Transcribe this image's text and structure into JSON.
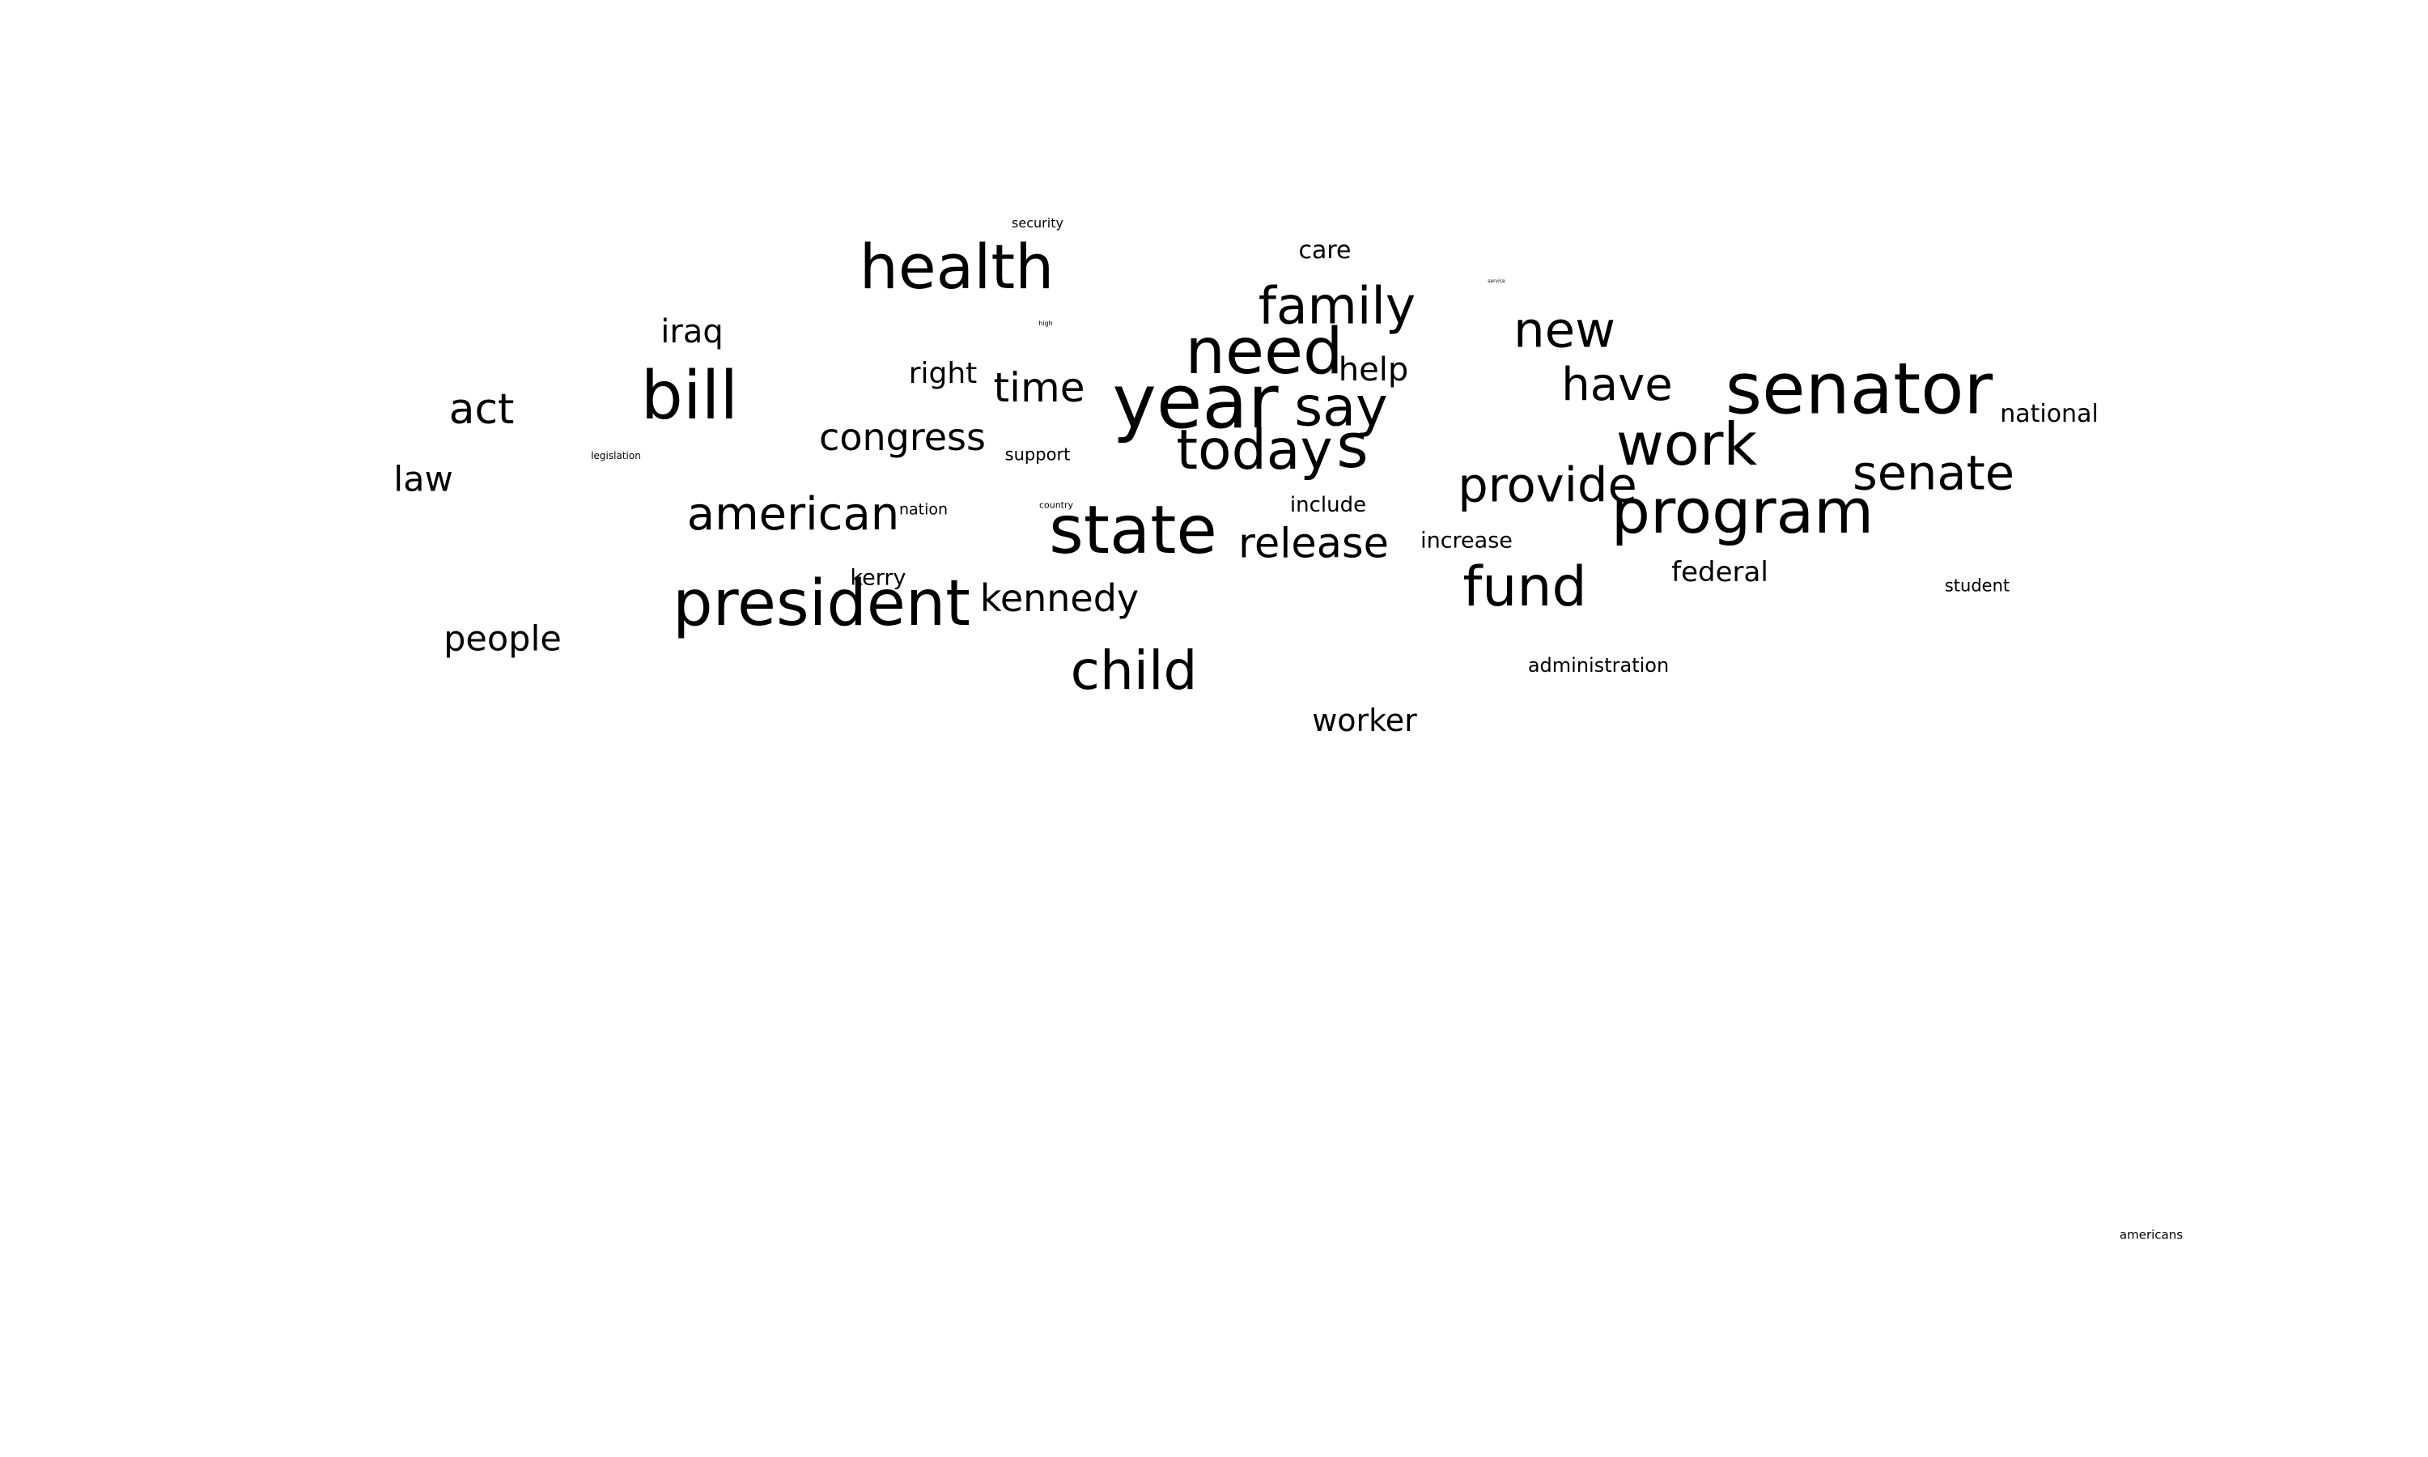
{
  "word_cloud": {
    "text_color": "#000000",
    "background": "#ffffff",
    "words": [
      {
        "text": "security"
      },
      {
        "text": "health"
      },
      {
        "text": "care"
      },
      {
        "text": "family"
      },
      {
        "text": "service"
      },
      {
        "text": "new"
      },
      {
        "text": "iraq"
      },
      {
        "text": "high"
      },
      {
        "text": "need"
      },
      {
        "text": "help"
      },
      {
        "text": "right"
      },
      {
        "text": "time"
      },
      {
        "text": "bill"
      },
      {
        "text": "year"
      },
      {
        "text": "say"
      },
      {
        "text": "have"
      },
      {
        "text": "senator"
      },
      {
        "text": "act"
      },
      {
        "text": "national"
      },
      {
        "text": "congress"
      },
      {
        "text": "today"
      },
      {
        "text": "s"
      },
      {
        "text": "work"
      },
      {
        "text": "legislation"
      },
      {
        "text": "support"
      },
      {
        "text": "senate"
      },
      {
        "text": "law"
      },
      {
        "text": "provide"
      },
      {
        "text": "program"
      },
      {
        "text": "american"
      },
      {
        "text": "nation"
      },
      {
        "text": "country"
      },
      {
        "text": "state"
      },
      {
        "text": "include"
      },
      {
        "text": "release"
      },
      {
        "text": "increase"
      },
      {
        "text": "kerry"
      },
      {
        "text": "fund"
      },
      {
        "text": "federal"
      },
      {
        "text": "president"
      },
      {
        "text": "kennedy"
      },
      {
        "text": "student"
      },
      {
        "text": "people"
      },
      {
        "text": "child"
      },
      {
        "text": "administration"
      },
      {
        "text": "worker"
      },
      {
        "text": "americans"
      }
    ]
  }
}
